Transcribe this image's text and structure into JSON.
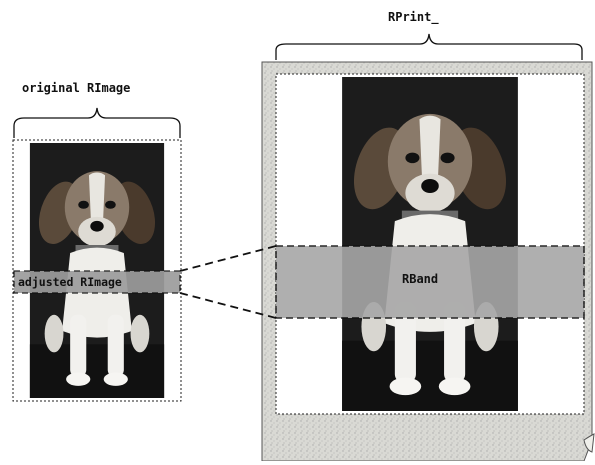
{
  "labels": {
    "original": "original RImage",
    "adjusted": "adjusted RImage",
    "print": "RPrint_",
    "band": "RBand"
  },
  "colors": {
    "band_fill": "#a7a7a7",
    "paper": "#d7d7d2",
    "photo_bg": "#1b1b1b",
    "dashed_line": "#111111"
  },
  "icons": {
    "page_curl": "page-curl-icon",
    "puppy": "beagle-puppy-photo"
  }
}
